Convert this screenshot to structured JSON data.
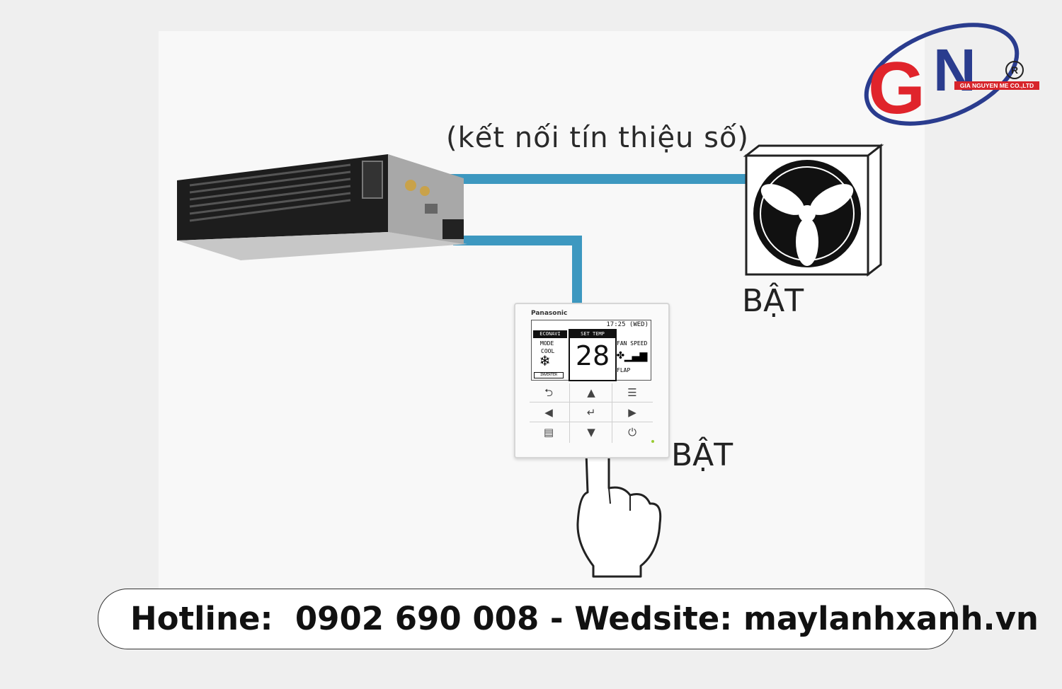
{
  "diagram": {
    "caption": "(kết nối tín thiệu số)",
    "outdoor_label": "BẬT",
    "remote_label": "BẬT",
    "wire_color": "#3d98c0"
  },
  "remote": {
    "brand": "Panasonic",
    "time": "17:25 (WED)",
    "econavi": "ECONAVI",
    "mode_label": "MODE",
    "mode_value": "COOL",
    "inverter": "INVERTER",
    "set_temp_label": "SET TEMP",
    "temperature": "28",
    "fan_label": "FAN SPEED",
    "flap_label": "FLAP",
    "buttons": [
      "⮌",
      "▲",
      "☰",
      "◀",
      "↵",
      "▶",
      "▤",
      "▼",
      "⏻"
    ]
  },
  "logo": {
    "letters": "GN",
    "company": "GIA NGUYEN ME CO.,LTD",
    "registered": "R",
    "colors": {
      "red": "#e0242b",
      "blue": "#2a3c8e"
    }
  },
  "footer": {
    "text": "Hotline:  0902 690 008 - Wedsite: maylanhxanh.vn"
  }
}
